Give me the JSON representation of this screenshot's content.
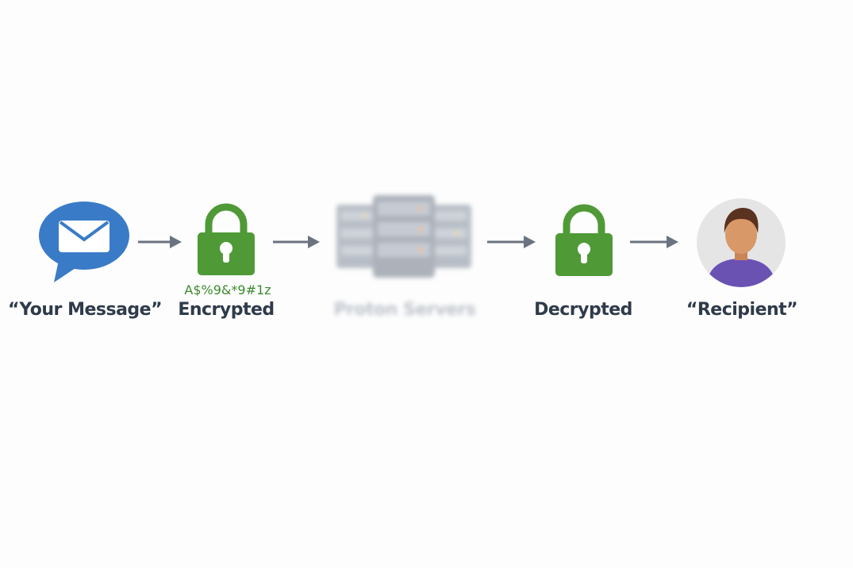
{
  "flow": {
    "steps": [
      {
        "label": "“Your Message”",
        "icon": "message-bubble-icon"
      },
      {
        "label": "Encrypted",
        "icon": "lock-icon"
      },
      {
        "label": "Proton Servers",
        "icon": "server-rack-icon"
      },
      {
        "label": "Decrypted",
        "icon": "lock-icon"
      },
      {
        "label": "“Recipient”",
        "icon": "person-avatar-icon"
      }
    ],
    "ciphertext": "A$%9&*9#1z",
    "arrows": [
      "arrow-right-icon",
      "arrow-right-icon",
      "arrow-right-icon",
      "arrow-right-icon"
    ]
  },
  "colors": {
    "label_text": "#2f3a4a",
    "message_blue": "#3a7bc8",
    "lock_green": "#4f9a37",
    "cipher_green": "#3c8a2e",
    "arrow_gray": "#6b7280",
    "avatar_bg": "#e5e5e5",
    "avatar_shirt": "#6a52b3",
    "avatar_skin": "#d99868",
    "avatar_hair": "#5a3220"
  }
}
